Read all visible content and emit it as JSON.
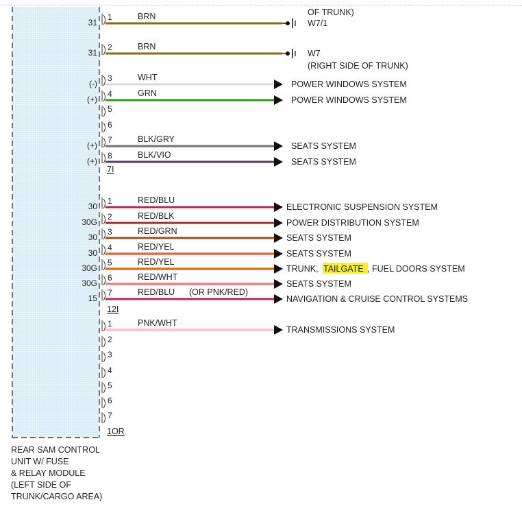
{
  "top_text": "OF TRUNK)",
  "module": {
    "label_lines": [
      "REAR SAM CONTROL",
      "UNIT W/ FUSE",
      "& RELAY MODULE",
      "(LEFT SIDE OF",
      "TRUNK/CARGO AREA)"
    ]
  },
  "connectors": [
    {
      "id": "7I",
      "pins": [
        {
          "pin": "1",
          "circuit": "31",
          "wire": "BRN",
          "color": "#8a6a10",
          "dest": "W7/1",
          "end": "ground"
        },
        {
          "pin": "2",
          "circuit": "31",
          "wire": "BRN",
          "color": "#8a6a10",
          "dest": "W7",
          "dest2": "(RIGHT SIDE OF TRUNK)",
          "end": "ground"
        },
        {
          "pin": "3",
          "circuit": "(-)",
          "wire": "WHT",
          "color": "#d8d8d8",
          "dest": "POWER WINDOWS SYSTEM",
          "end": "arrow"
        },
        {
          "pin": "4",
          "circuit": "(+)",
          "wire": "GRN",
          "color": "#2e9a1e",
          "dest": "POWER WINDOWS SYSTEM",
          "end": "arrow"
        },
        {
          "pin": "5"
        },
        {
          "pin": "6"
        },
        {
          "pin": "7",
          "circuit": "(+)",
          "wire": "BLK/GRY",
          "color": "#555555",
          "stripe": "#9a9a9a",
          "dest": "SEATS SYSTEM",
          "end": "arrow"
        },
        {
          "pin": "8",
          "circuit": "(+)",
          "wire": "BLK/VIO",
          "color": "#333333",
          "stripe": "#9b3fc4",
          "dest": "SEATS SYSTEM",
          "end": "arrow"
        }
      ]
    },
    {
      "id": "12I",
      "pins": [
        {
          "pin": "1",
          "circuit": "30",
          "wire": "RED/BLU",
          "color": "#d42020",
          "stripe": "#8a2ab8",
          "dest": "ELECTRONIC SUSPENSION SYSTEM",
          "end": "arrow"
        },
        {
          "pin": "2",
          "circuit": "30G",
          "wire": "RED/BLK",
          "color": "#d42020",
          "stripe": "#444444",
          "dest": "POWER DISTRIBUTION SYSTEM",
          "end": "arrow"
        },
        {
          "pin": "3",
          "circuit": "30",
          "wire": "RED/GRN",
          "color": "#d42020",
          "stripe": "#2e9a1e",
          "dest": "SEATS SYSTEM",
          "end": "arrow"
        },
        {
          "pin": "4",
          "circuit": "30",
          "wire": "RED/YEL",
          "color": "#d42020",
          "stripe": "#e8c200",
          "dest": "SEATS SYSTEM",
          "end": "arrow"
        },
        {
          "pin": "5",
          "circuit": "30G",
          "wire": "RED/YEL",
          "color": "#d42020",
          "stripe": "#e8c200",
          "dest_pre": "TRUNK, ",
          "dest_hl": "TAILGATE",
          "dest_post": ", FUEL DOORS SYSTEM",
          "end": "arrow"
        },
        {
          "pin": "6",
          "circuit": "30G",
          "wire": "RED/WHT",
          "color": "#d42020",
          "stripe": "#f2f2f2",
          "dest": "SEATS SYSTEM",
          "end": "arrow"
        },
        {
          "pin": "7",
          "circuit": "15",
          "wire": "RED/BLU",
          "wire_note": "(OR PNK/RED)",
          "color": "#d42020",
          "stripe": "#8a2ab8",
          "dest": "NAVIGATION & CRUISE CONTROL SYSTEMS",
          "end": "arrow"
        }
      ]
    },
    {
      "id": "1OR",
      "pins": [
        {
          "pin": "1",
          "wire": "PNK/WHT",
          "color": "#f08aa8",
          "stripe": "#ffffff",
          "dest": "TRANSMISSIONS SYSTEM",
          "end": "arrow"
        },
        {
          "pin": "2"
        },
        {
          "pin": "3"
        },
        {
          "pin": "4"
        },
        {
          "pin": "5"
        },
        {
          "pin": "6"
        },
        {
          "pin": "7"
        }
      ]
    }
  ],
  "colors": {
    "module_fill": "#d8ecf6",
    "highlight": "#f5f032",
    "line": "#222222"
  }
}
